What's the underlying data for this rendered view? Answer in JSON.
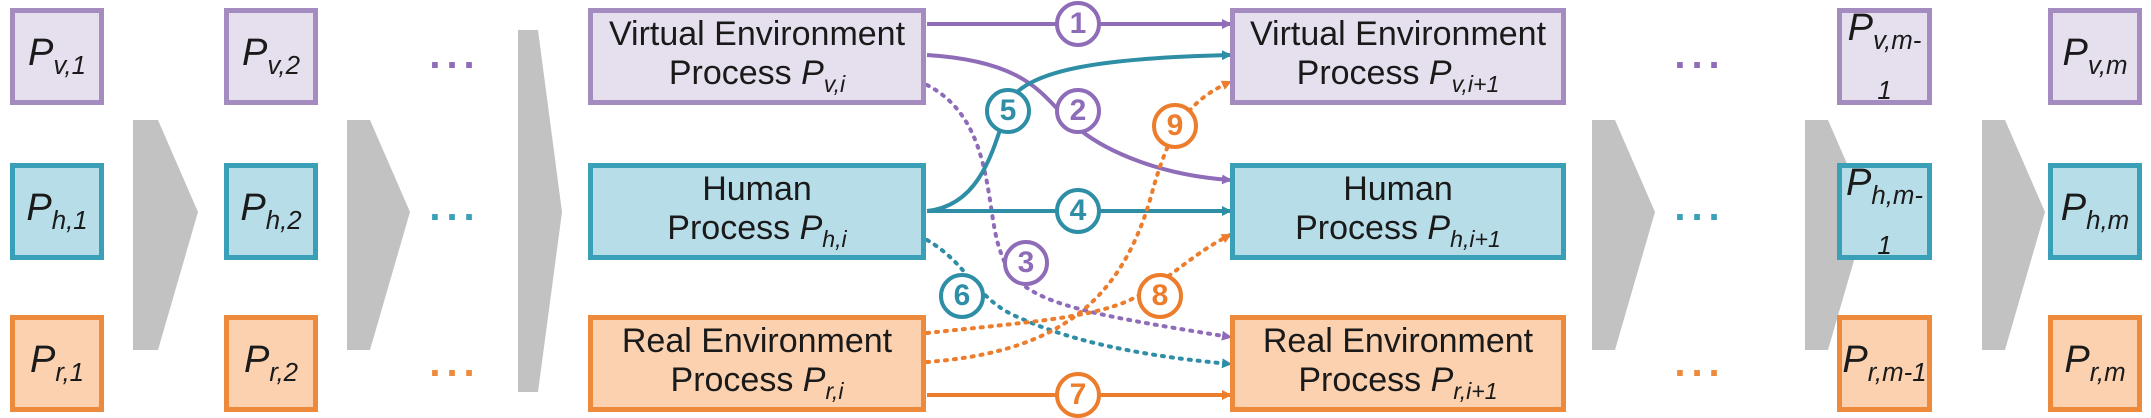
{
  "colors": {
    "virtual": "#8e6cb8",
    "human": "#2e8ea6",
    "real": "#ec7d2c"
  },
  "small_boxes": [
    {
      "sym": "P",
      "sub": "v,1"
    },
    {
      "sym": "P",
      "sub": "h,1"
    },
    {
      "sym": "P",
      "sub": "r,1"
    },
    {
      "sym": "P",
      "sub": "v,2"
    },
    {
      "sym": "P",
      "sub": "h,2"
    },
    {
      "sym": "P",
      "sub": "r,2"
    },
    {
      "sym": "P",
      "sub": "v,m-1"
    },
    {
      "sym": "P",
      "sub": "h,m-1"
    },
    {
      "sym": "P",
      "sub": "r,m-1"
    },
    {
      "sym": "P",
      "sub": "v,m"
    },
    {
      "sym": "P",
      "sub": "h,m"
    },
    {
      "sym": "P",
      "sub": "r,m"
    }
  ],
  "big_boxes": [
    {
      "line1": "Virtual Environment",
      "line2": "Process",
      "sym": "P",
      "sub": "v,i"
    },
    {
      "line1": "Human",
      "line2": "Process",
      "sym": "P",
      "sub": "h,i"
    },
    {
      "line1": "Real Environment",
      "line2": "Process",
      "sym": "P",
      "sub": "r,i"
    },
    {
      "line1": "Virtual Environment",
      "line2": "Process",
      "sym": "P",
      "sub": "v,i+1"
    },
    {
      "line1": "Human",
      "line2": "Process",
      "sym": "P",
      "sub": "h,i+1"
    },
    {
      "line1": "Real Environment",
      "line2": "Process",
      "sym": "P",
      "sub": "r,i+1"
    }
  ],
  "ellipsis": "...",
  "edge_labels": [
    "1",
    "2",
    "3",
    "4",
    "5",
    "6",
    "7",
    "8",
    "9"
  ]
}
